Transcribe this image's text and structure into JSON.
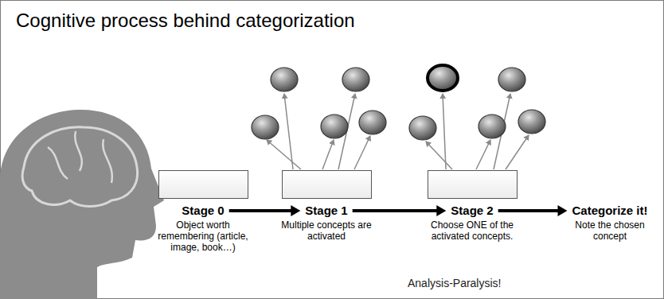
{
  "diagram": {
    "title": "Cognitive process behind categorization",
    "nodes": [
      {
        "text": [
          "Stage 0",
          "Object worth remembering (article, image, book…)"
        ]
      },
      {
        "text": [
          "Stage 1",
          "Multiple concepts are activated"
        ]
      },
      {
        "text": [
          "Stage 2",
          "Choose ONE of the activated concepts."
        ]
      },
      {
        "text": [
          "Categorize it!",
          "Note the chosen concept"
        ]
      }
    ],
    "edges": [
      {
        "from": 0,
        "to": 1,
        "arrow": "to"
      },
      {
        "from": 1,
        "to": 2,
        "arrow": "to"
      },
      {
        "from": 2,
        "to": 3,
        "arrow": "to"
      }
    ],
    "labels": [
      "Analysis-Paralysis!"
    ]
  }
}
